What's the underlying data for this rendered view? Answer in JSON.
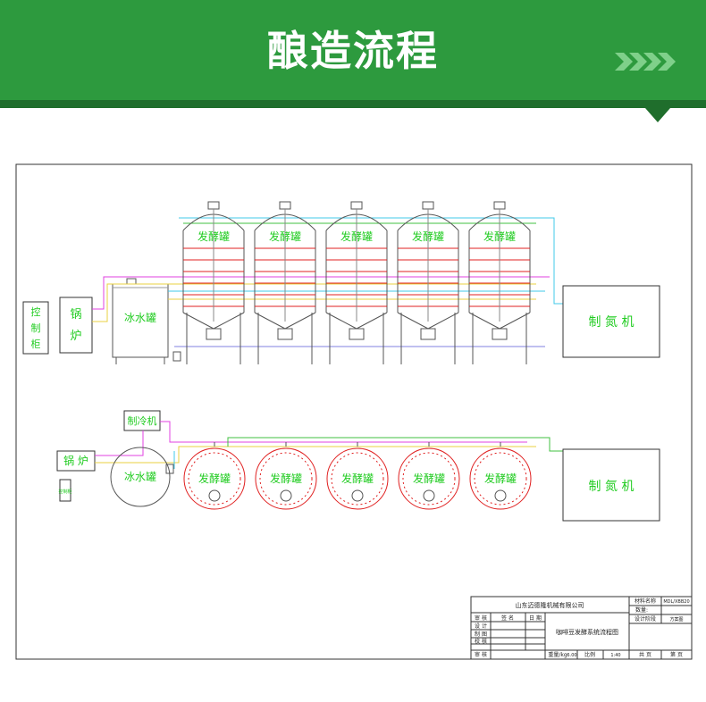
{
  "header": {
    "title": "酿造流程"
  },
  "labels": {
    "control_cabinet": [
      "控",
      "制",
      "柜"
    ],
    "boiler": [
      "锅",
      "炉"
    ],
    "boiler_inline": "锅 炉",
    "ice_water_tank": "冰水罐",
    "fermentation_tank": "发酵罐",
    "nitrogen_machine": "制 氮 机",
    "chiller": "制冷机",
    "small_cabinet": "控制柜"
  },
  "title_block": {
    "company": "山东迈德隆机械有限公司",
    "drawing_title": "咖啡豆发酵系统流程图",
    "left_rows": [
      "审 核",
      "设 计",
      "制 图",
      "校 核",
      "审 核"
    ],
    "col_sign": "签 名",
    "col_date": "日 期",
    "r1_label": "材料名称",
    "r1_value": "MDL/XBB20",
    "r2_label": "数量:",
    "r3_label": "设计阶段",
    "r3_value": "方案图",
    "weight_label": "重量/kg",
    "weight_value": "6.00",
    "scale_label": "比例",
    "scale_value": "1:40",
    "total_label": "共 页",
    "page_label": "第 页"
  },
  "colors": {
    "banner": "#2d9a3e",
    "banner_dark": "#1f6e2c",
    "label_green": "#22cc22",
    "tank_red": "#e02020"
  }
}
